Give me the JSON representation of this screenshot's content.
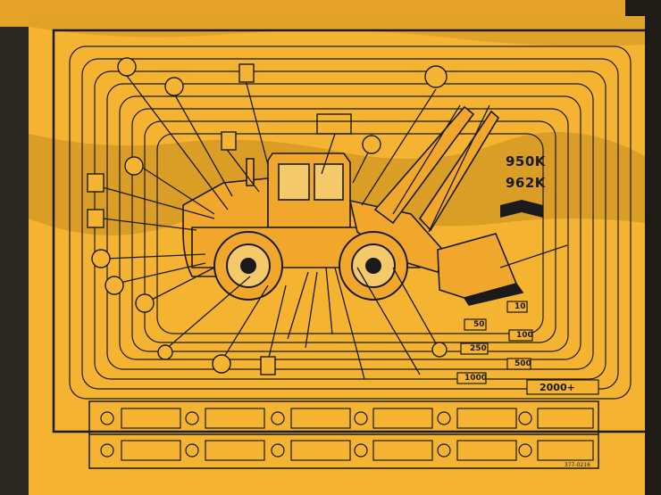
{
  "decal": {
    "models": [
      "950K",
      "962K"
    ],
    "service_intervals_hours": [
      "10",
      "50",
      "100",
      "250",
      "500",
      "1000",
      "2000+"
    ],
    "part_number": "377-0216",
    "colors": {
      "decal_yellow": "#f4b331",
      "decal_shadow": "#c58a1c",
      "machine_body": "#f0a72c",
      "ink": "#1a1a1a",
      "background": "#2a2620"
    },
    "icons": [
      "engine-oil-icon",
      "hydraulic-oil-icon",
      "coolant-icon",
      "fuel-icon",
      "grease-icon",
      "transmission-icon",
      "air-filter-icon",
      "operator-manual-icon"
    ]
  }
}
